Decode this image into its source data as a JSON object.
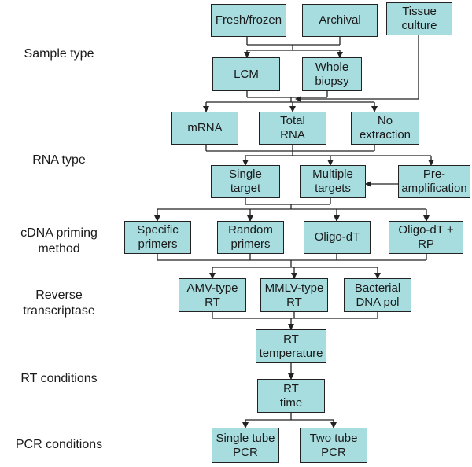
{
  "row_labels": {
    "sample": "Sample type",
    "rna": "RNA type",
    "cdna": "cDNA priming\nmethod",
    "rtase": "Reverse\ntranscriptase",
    "rtcond": "RT conditions",
    "pcr": "PCR conditions"
  },
  "nodes": {
    "fresh": "Fresh/frozen",
    "archival": "Archival",
    "tissue": "Tissue\nculture",
    "lcm": "LCM",
    "whole": "Whole\nbiopsy",
    "mrna": "mRNA",
    "total": "Total\nRNA",
    "noext": "No\nextraction",
    "single": "Single\ntarget",
    "multiple": "Multiple\ntargets",
    "preamp": "Pre-\namplification",
    "specific": "Specific\nprimers",
    "random": "Random\nprimers",
    "oligo": "Oligo-dT",
    "oligorp": "Oligo-dT +\nRP",
    "amv": "AMV-type\nRT",
    "mmlv": "MMLV-type\nRT",
    "bact": "Bacterial\nDNA pol",
    "rttemp": "RT\ntemperature",
    "rttime": "RT\ntime",
    "singletube": "Single tube\nPCR",
    "twotube": "Two tube\nPCR"
  }
}
